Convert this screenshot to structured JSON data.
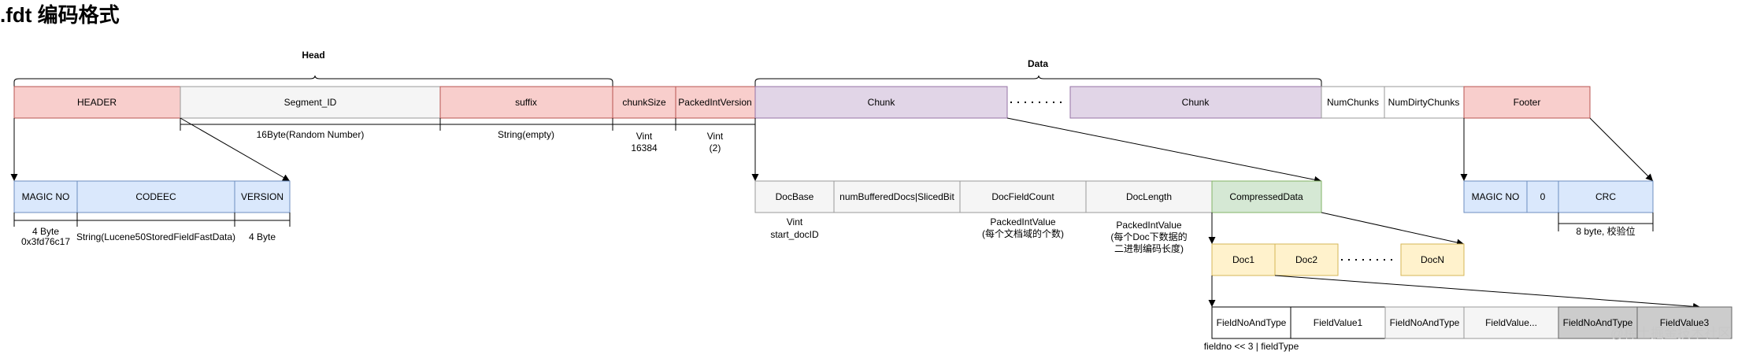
{
  "title": ".fdt 编码格式",
  "colors": {
    "red": "#f8cecc",
    "gray": "#f5f5f5",
    "purple": "#e1d5e7",
    "blue": "#dae8fc",
    "green": "#d5e8d4",
    "yellow": "#fff2cc",
    "white": "#ffffff",
    "dark_gray": "#cccccc",
    "border": "#999999",
    "dark_border": "#666666"
  },
  "braces": {
    "head": "Head",
    "data": "Data"
  },
  "top_row": {
    "header": "HEADER",
    "segment_id": "Segment_ID",
    "suffix": "suffix",
    "chunk_size": "chunkSize",
    "packed_int_version": "PackedIntVersion",
    "chunk_1": "Chunk",
    "chunk_2": "Chunk",
    "num_chunks": "NumChunks",
    "num_dirty_chunks": "NumDirtyChunks",
    "footer": "Footer"
  },
  "top_notes": {
    "segment_id": "16Byte(Random Number)",
    "suffix": "String(empty)",
    "chunk_size": [
      "Vint",
      "16384"
    ],
    "packed_int_version": [
      "Vint",
      "(2)"
    ]
  },
  "header_row": {
    "magic_no": "MAGIC NO",
    "codec": "CODEEC",
    "version": "VERSION",
    "magic_note": [
      "4 Byte",
      "0x3fd76c17"
    ],
    "codec_note": "String(Lucene50StoredFieldFastData)",
    "version_note": "4 Byte"
  },
  "chunk_row": {
    "doc_base": "DocBase",
    "num_buffered": "numBufferedDocs|SlicedBit",
    "doc_field_count": "DocFieldCount",
    "doc_length": "DocLength",
    "compressed_data": "CompressedData",
    "doc_base_note": [
      "Vint",
      "start_docID"
    ],
    "doc_field_count_note": [
      "PackedIntValue",
      "(每个文档域的个数)"
    ],
    "doc_length_note": [
      "PackedIntValue",
      "(每个Doc下数据的",
      "二进制编码长度)"
    ]
  },
  "footer_row": {
    "magic_no": "MAGIC NO",
    "zero": "0",
    "crc": "CRC",
    "note": "8 byte, 校验位"
  },
  "doc_row": {
    "doc1": "Doc1",
    "doc2": "Doc2",
    "docn": "DocN"
  },
  "field_row": {
    "f1": "FieldNoAndType",
    "f2": "FieldValue1",
    "f3": "FieldNoAndType",
    "f4": "FieldValue...",
    "f5": "FieldNoAndType",
    "f6": "FieldValue3",
    "note": "fieldno << 3 | fieldType"
  },
  "watermark": "@稀土掘金技术社区"
}
